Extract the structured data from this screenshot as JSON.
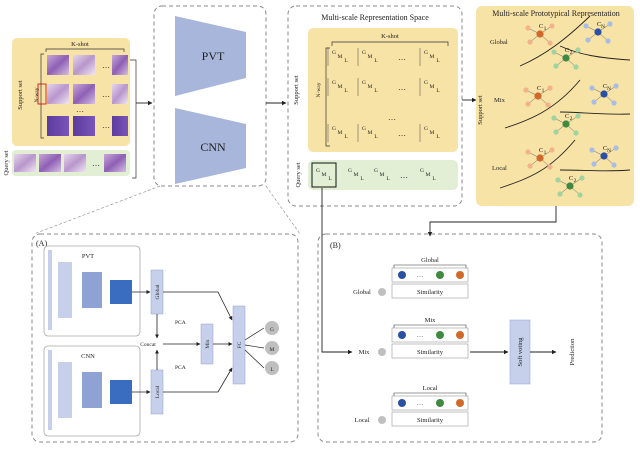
{
  "labels": {
    "k_shot": "K-shot",
    "n_way": "N-way",
    "support_set": "Support set",
    "query_set": "Query set",
    "pvt": "PVT",
    "cnn": "CNN",
    "ms_space_title": "Multi-scale Representation Space",
    "proto_title": "Multi-scale Prototypical Representation",
    "global": "Global",
    "mix": "Mix",
    "local": "Local",
    "panel_a": "(A)",
    "panel_b": "(B)",
    "pca": "PCA",
    "concat": "Concat",
    "fc": "FC",
    "g": "G",
    "m": "M",
    "l": "L",
    "similarity": "Similarity",
    "soft_voting": "Soft voting",
    "prediction": "Prediction",
    "ellipsis": "…",
    "c1": "C",
    "c2": "C",
    "cn": "C",
    "sub1": "1",
    "sub2": "2",
    "subn": "N"
  },
  "colors": {
    "support_bg": "#f8e3a6",
    "query_bg": "#e3efd5",
    "proto_bg": "#f8e3a6",
    "network_blue": "#a8b6dc",
    "block_light": "#c7d0ea",
    "block_mid": "#8ea2d3",
    "block_dark": "#3a6cc0",
    "blue_dot": "#2b4fa3",
    "green_dot": "#3f8a3f",
    "orange_dot": "#d2682a",
    "grey_circle": "#bfbfbf",
    "dash": "#888888"
  }
}
